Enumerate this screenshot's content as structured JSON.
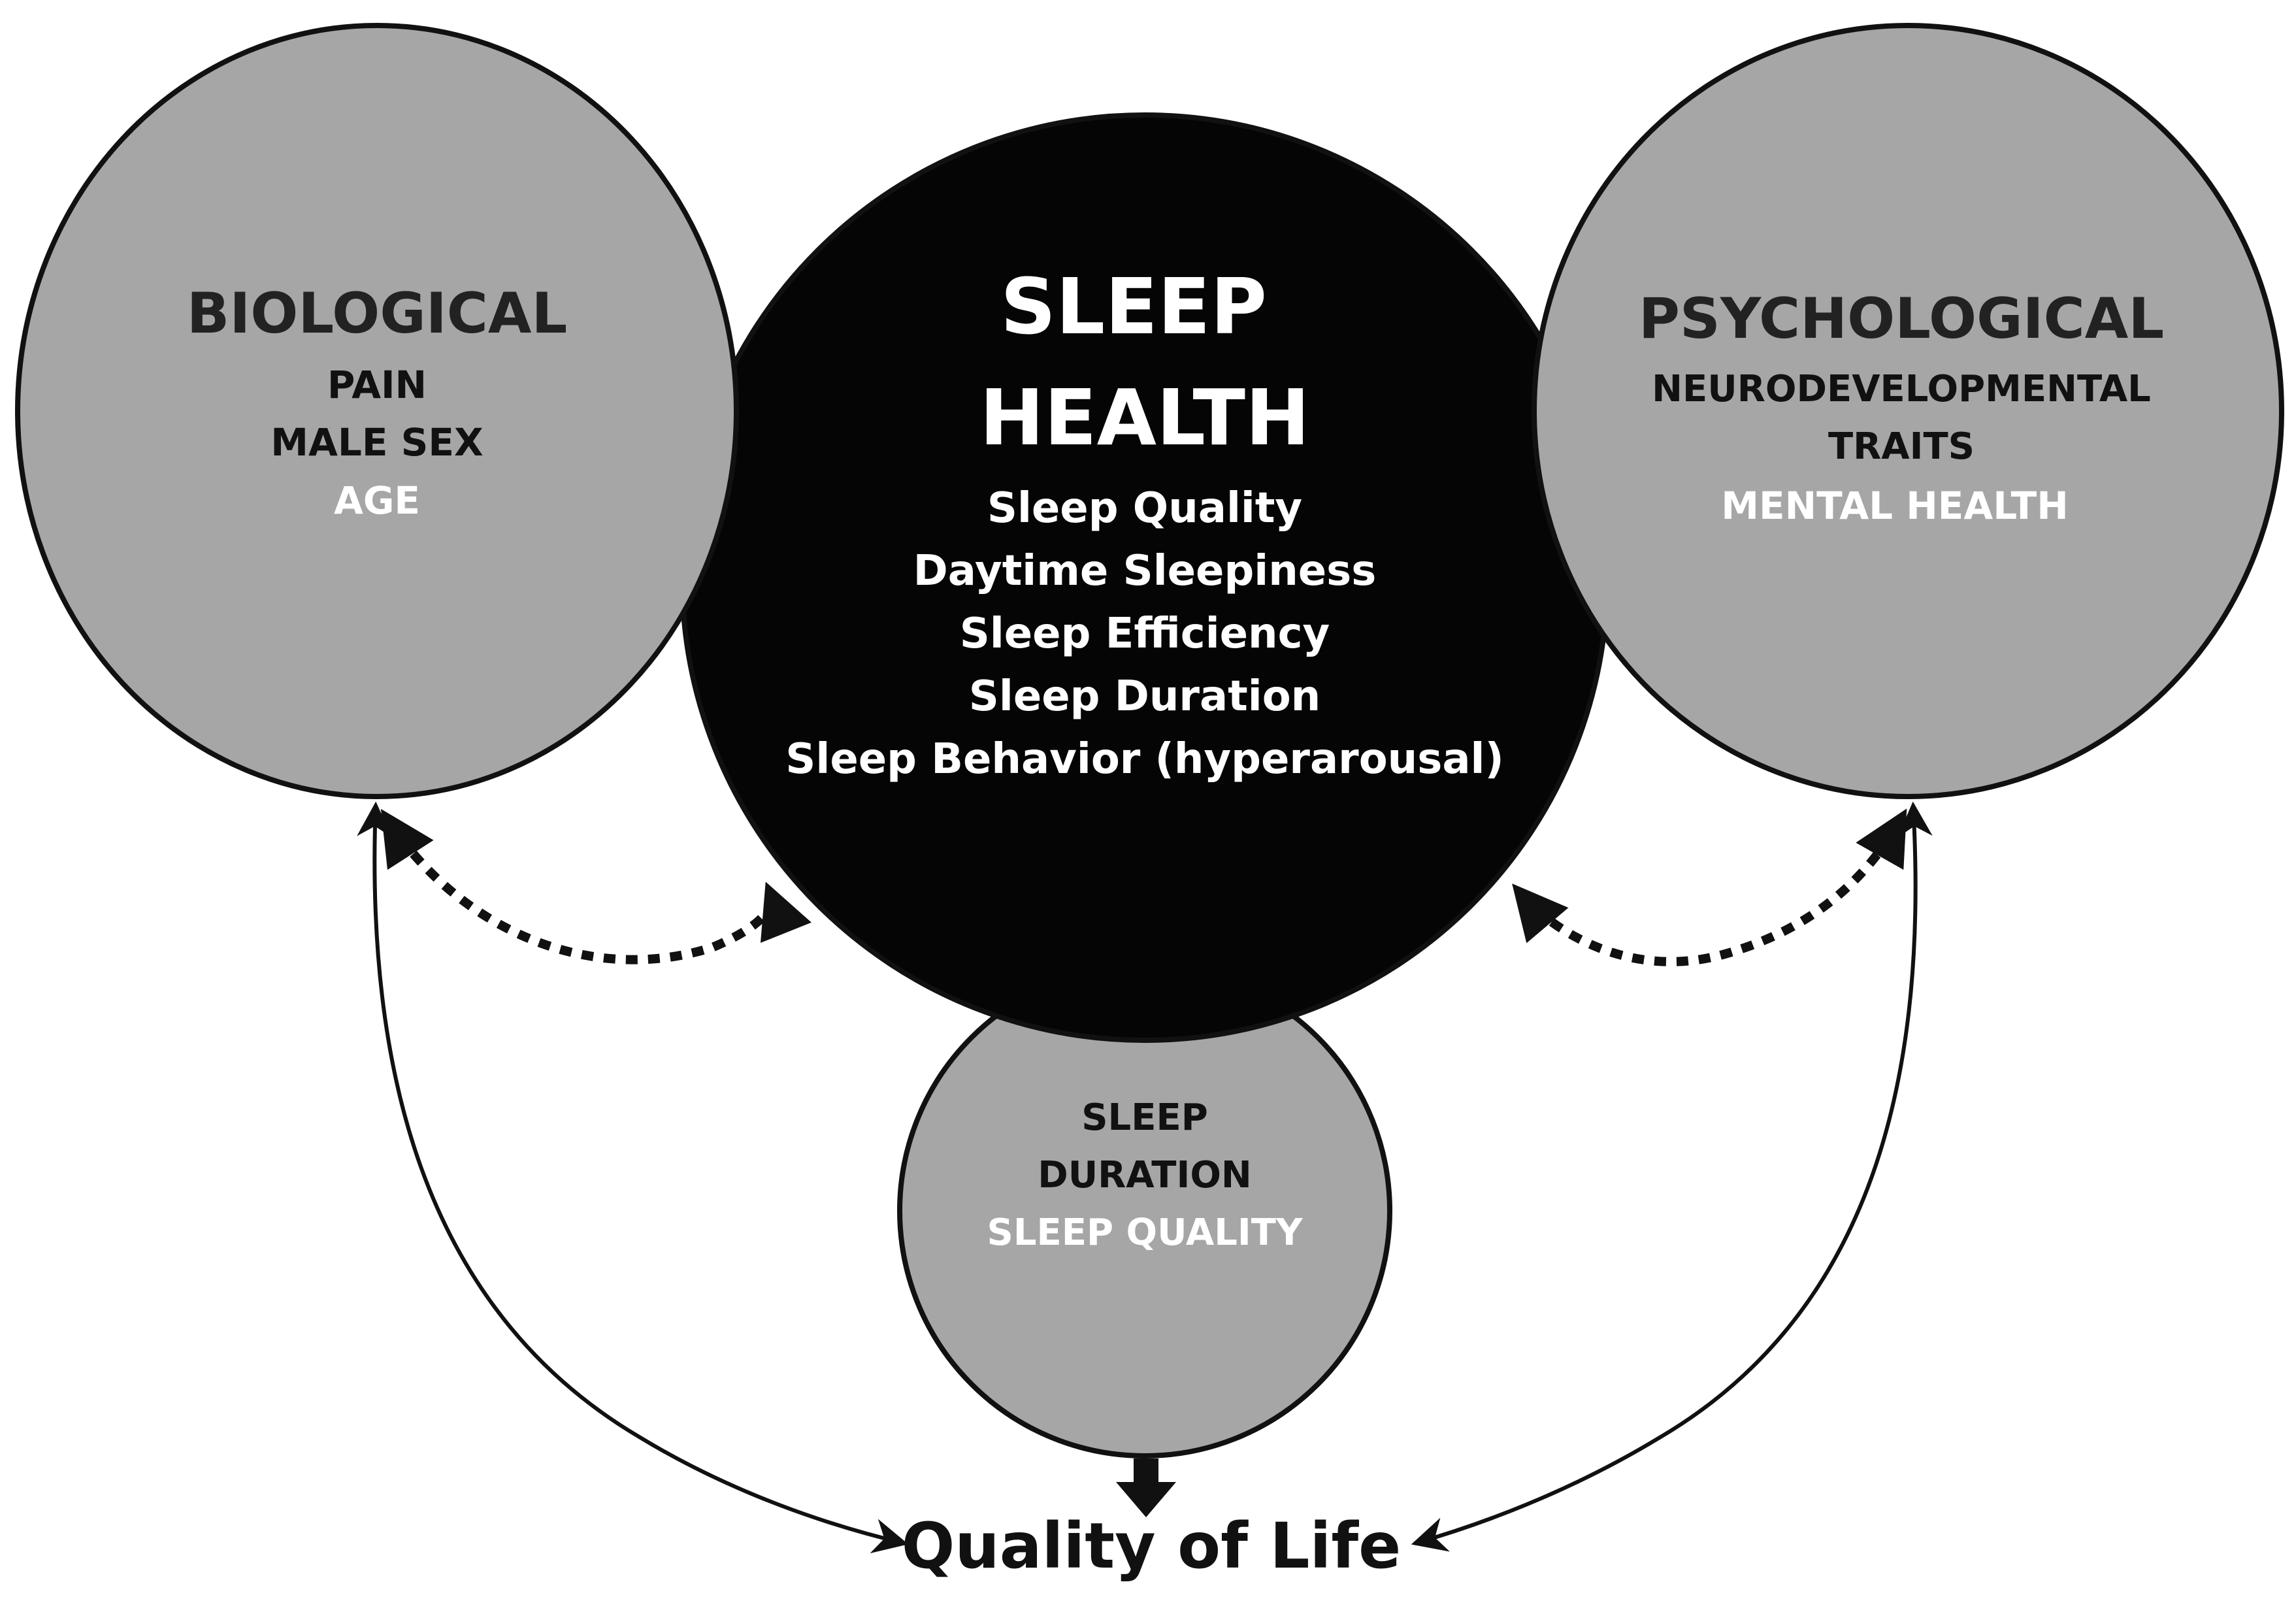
{
  "colors": {
    "circle_gray": "#a5a6a5",
    "circle_black": "#050505",
    "stroke": "#111111",
    "text_dark": "#1a1a1a",
    "text_light": "#ffffff"
  },
  "biological": {
    "title": "BIOLOGICAL",
    "items": [
      "PAIN",
      "MALE SEX",
      "AGE"
    ]
  },
  "sleep_health": {
    "title_line1": "SLEEP",
    "title_line2": "HEALTH",
    "items": [
      "Sleep Quality",
      "Daytime Sleepiness",
      "Sleep Efficiency",
      "Sleep Duration",
      "Sleep Behavior (hyperarousal)"
    ]
  },
  "psychological": {
    "title": "PSYCHOLOGICAL",
    "items": [
      "NEURODEVELOPMENTAL",
      "TRAITS",
      "MENTAL HEALTH"
    ]
  },
  "sleep_sub": {
    "items": [
      "SLEEP",
      "DURATION",
      "SLEEP QUALITY"
    ]
  },
  "outcome": {
    "label": "Quality of Life"
  }
}
